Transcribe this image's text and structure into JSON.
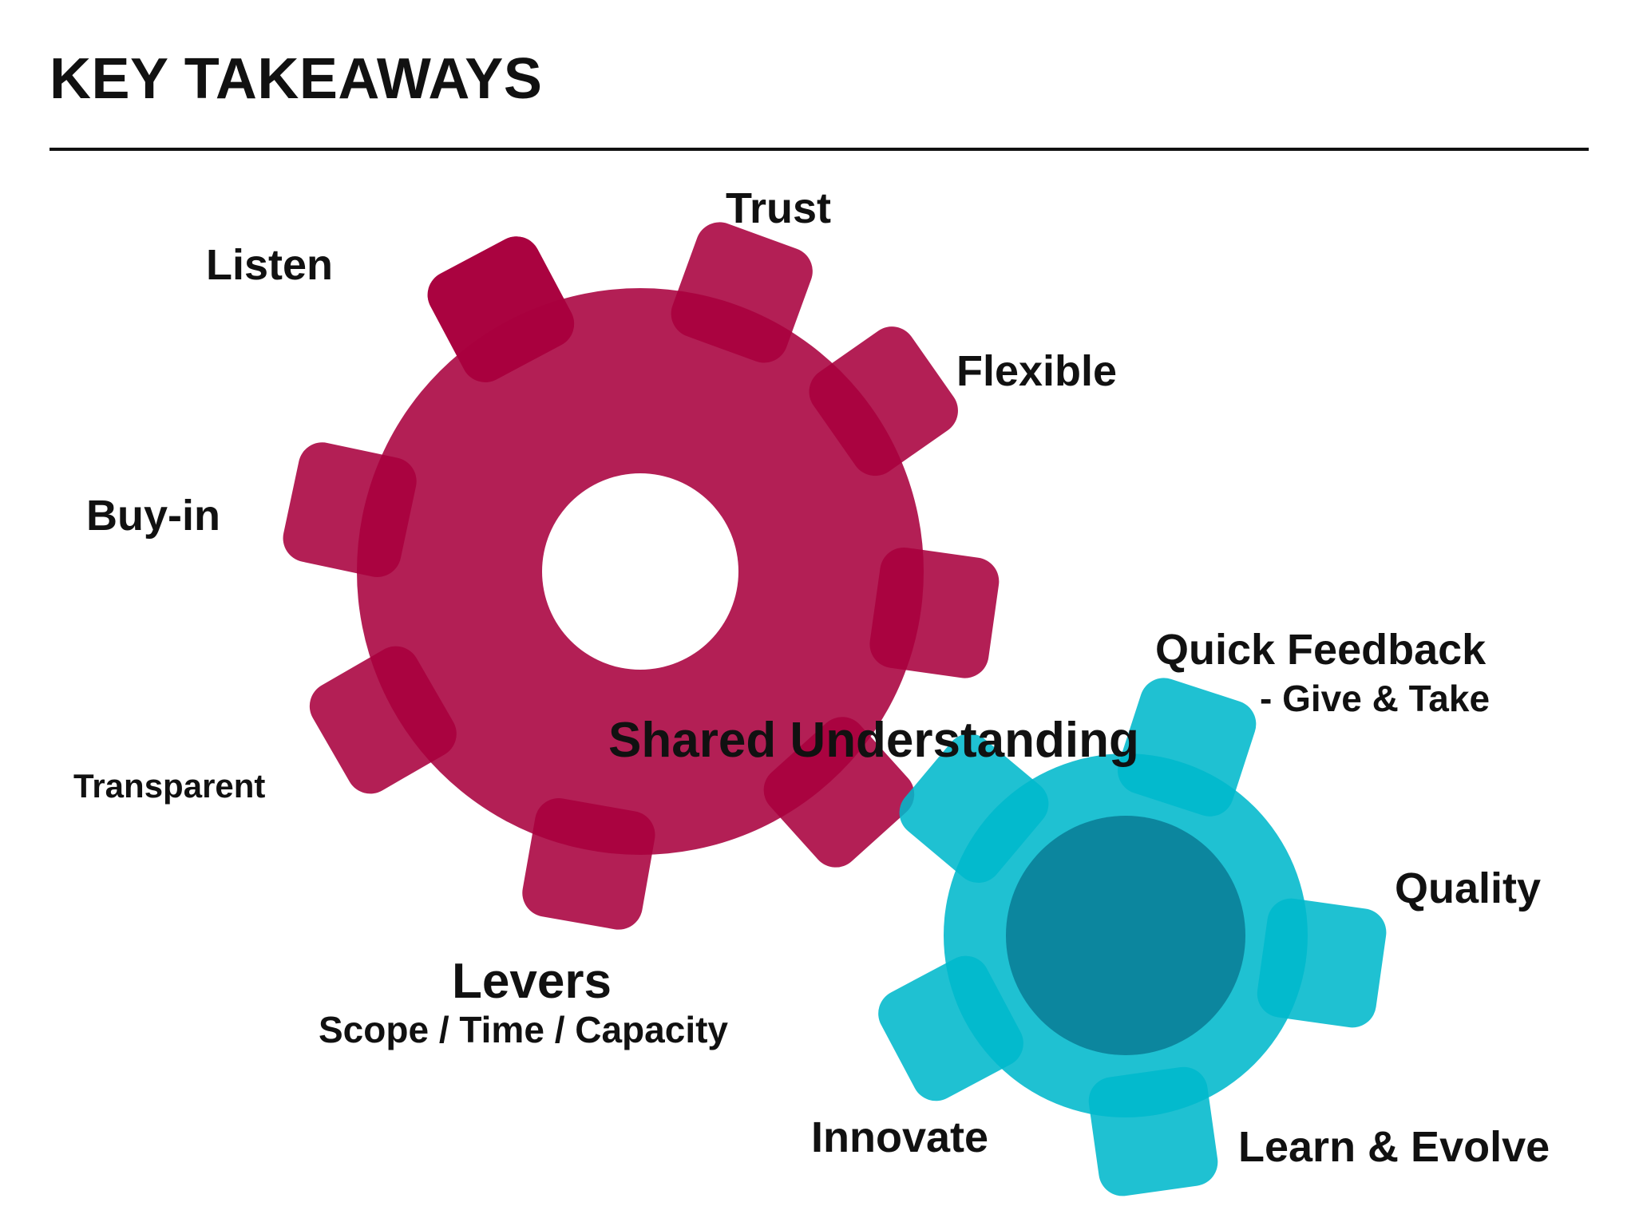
{
  "title": "KEY TAKEAWAYS",
  "labels": {
    "trust": "Trust",
    "listen": "Listen",
    "flexible": "Flexible",
    "buy_in": "Buy-in",
    "transparent": "Transparent",
    "shared_understanding": "Shared Understanding",
    "levers": "Levers",
    "levers_sub": "Scope / Time / Capacity",
    "quick_feedback": "Quick Feedback",
    "quick_feedback_sub": "- Give & Take",
    "quality": "Quality",
    "innovate": "Innovate",
    "learn_evolve": "Learn & Evolve"
  },
  "colors": {
    "large_gear": "#a8003d",
    "small_gear": "#00b8cc",
    "small_gear_hub": "#0a7f98",
    "text": "#111111"
  }
}
